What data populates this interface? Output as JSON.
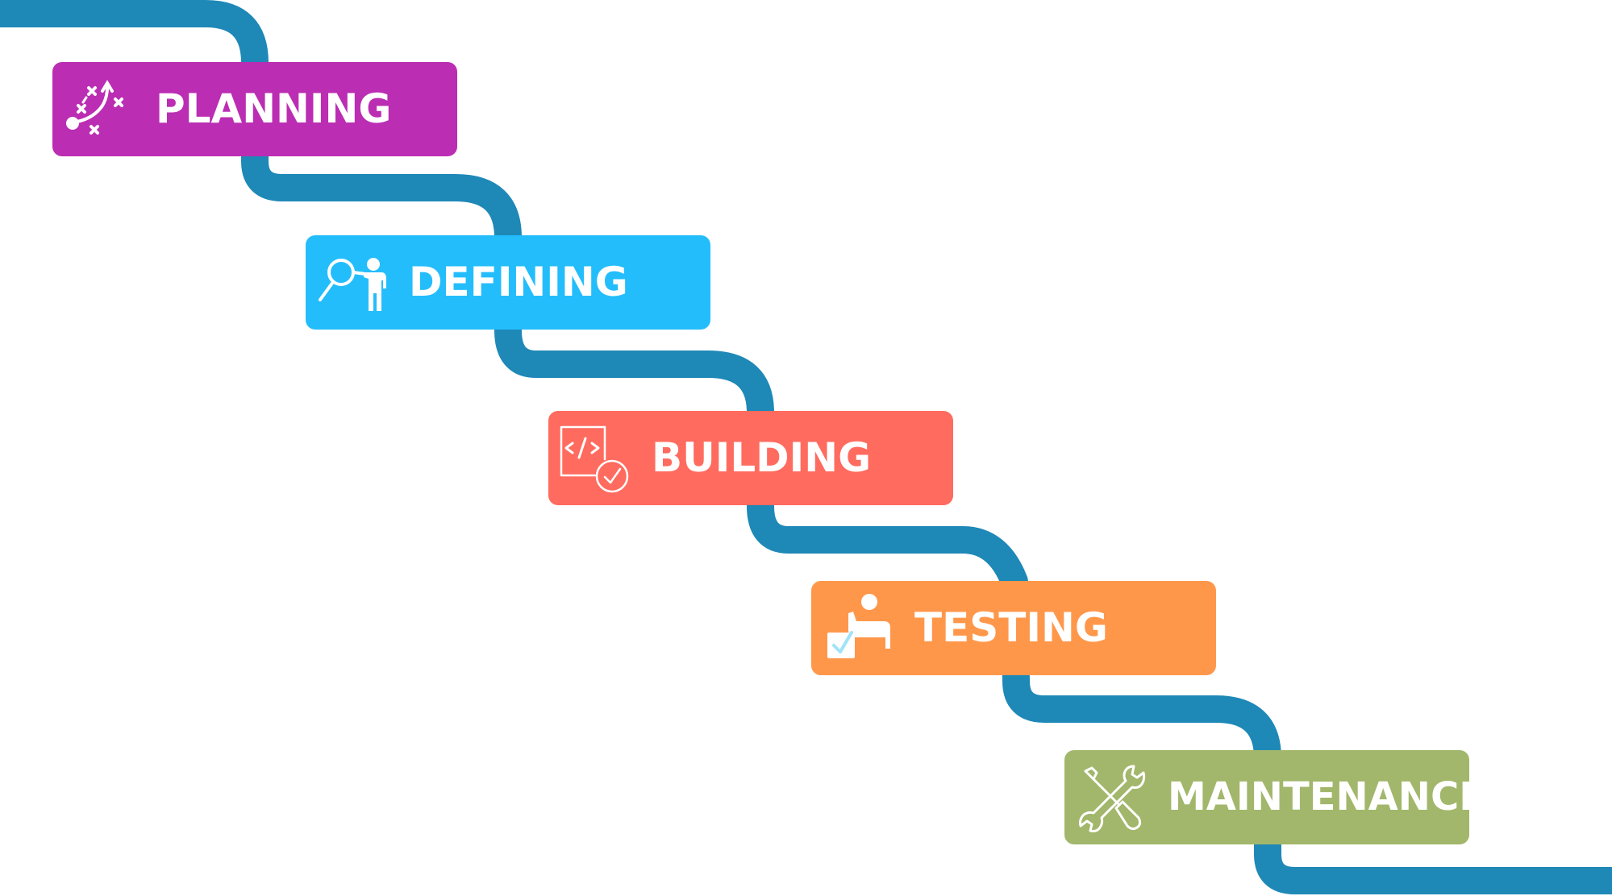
{
  "colors": {
    "pipe": "#1e88b7",
    "planning": "#bb2db3",
    "defining": "#24bdfc",
    "building": "#ff6b5f",
    "testing": "#ff974b",
    "maintenance": "#a2b76b",
    "text": "#ffffff",
    "check_accent": "#9fe3f7"
  },
  "stages": [
    {
      "id": "planning",
      "label": "PLANNING",
      "icon": "strategy-play-icon"
    },
    {
      "id": "defining",
      "label": "DEFINING",
      "icon": "magnifier-person-icon"
    },
    {
      "id": "building",
      "label": "BUILDING",
      "icon": "code-window-check-icon"
    },
    {
      "id": "testing",
      "label": "TESTING",
      "icon": "person-checklist-icon"
    },
    {
      "id": "maintenance",
      "label": "MAINTENANCE",
      "icon": "wrench-screwdriver-icon"
    }
  ]
}
